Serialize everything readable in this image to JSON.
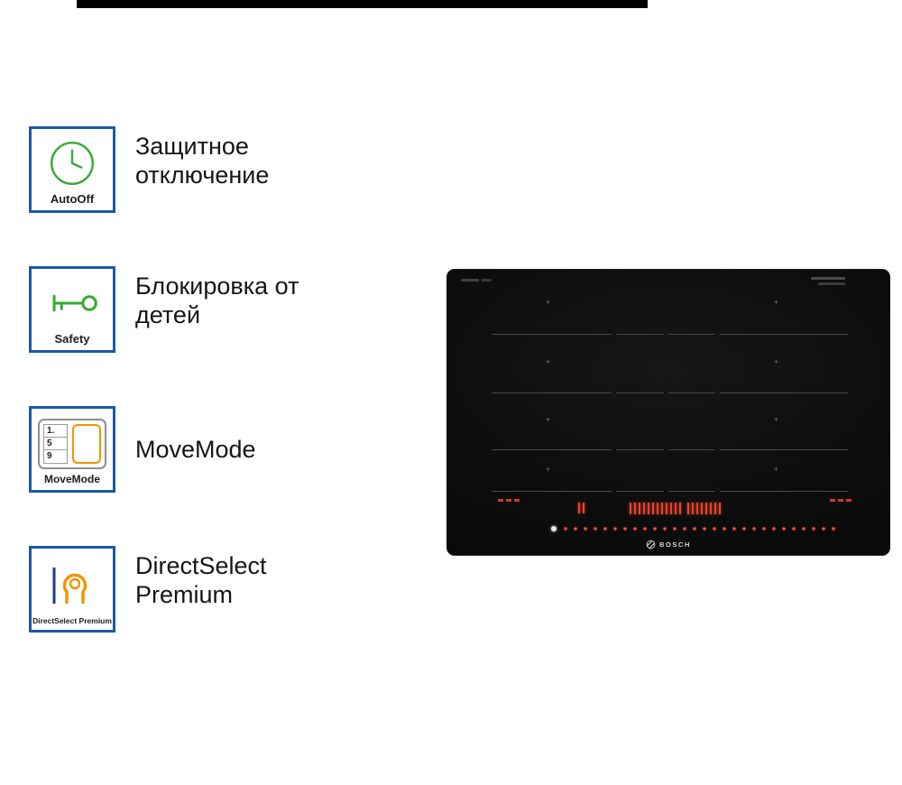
{
  "page": {
    "background": "#ffffff"
  },
  "features": [
    {
      "badge_label": "AutoOff",
      "icon": "clock-icon",
      "title_line1": "Защитное",
      "title_line2": "отключение"
    },
    {
      "badge_label": "Safety",
      "icon": "key-icon",
      "title_line1": "Блокировка от",
      "title_line2": "детей"
    },
    {
      "badge_label": "MoveMode",
      "icon": "movemode-panel-icon",
      "title_line1": "MoveMode",
      "title_line2": ""
    },
    {
      "badge_label": "DirectSelect Premium",
      "icon": "directselect-dial-icon",
      "title_line1": "DirectSelect",
      "title_line2": "Premium"
    }
  ],
  "movemode": {
    "numbers": [
      "1.",
      "5",
      "9"
    ]
  },
  "product": {
    "brand": "BOSCH"
  },
  "colors": {
    "badge_border_blue": "#1b5aa5",
    "icon_green": "#3aaa35",
    "icon_orange": "#f39200",
    "icon_dark_blue": "#1b3f7d",
    "led_red": "#e8432c",
    "hob_black": "#0b0b0b"
  }
}
